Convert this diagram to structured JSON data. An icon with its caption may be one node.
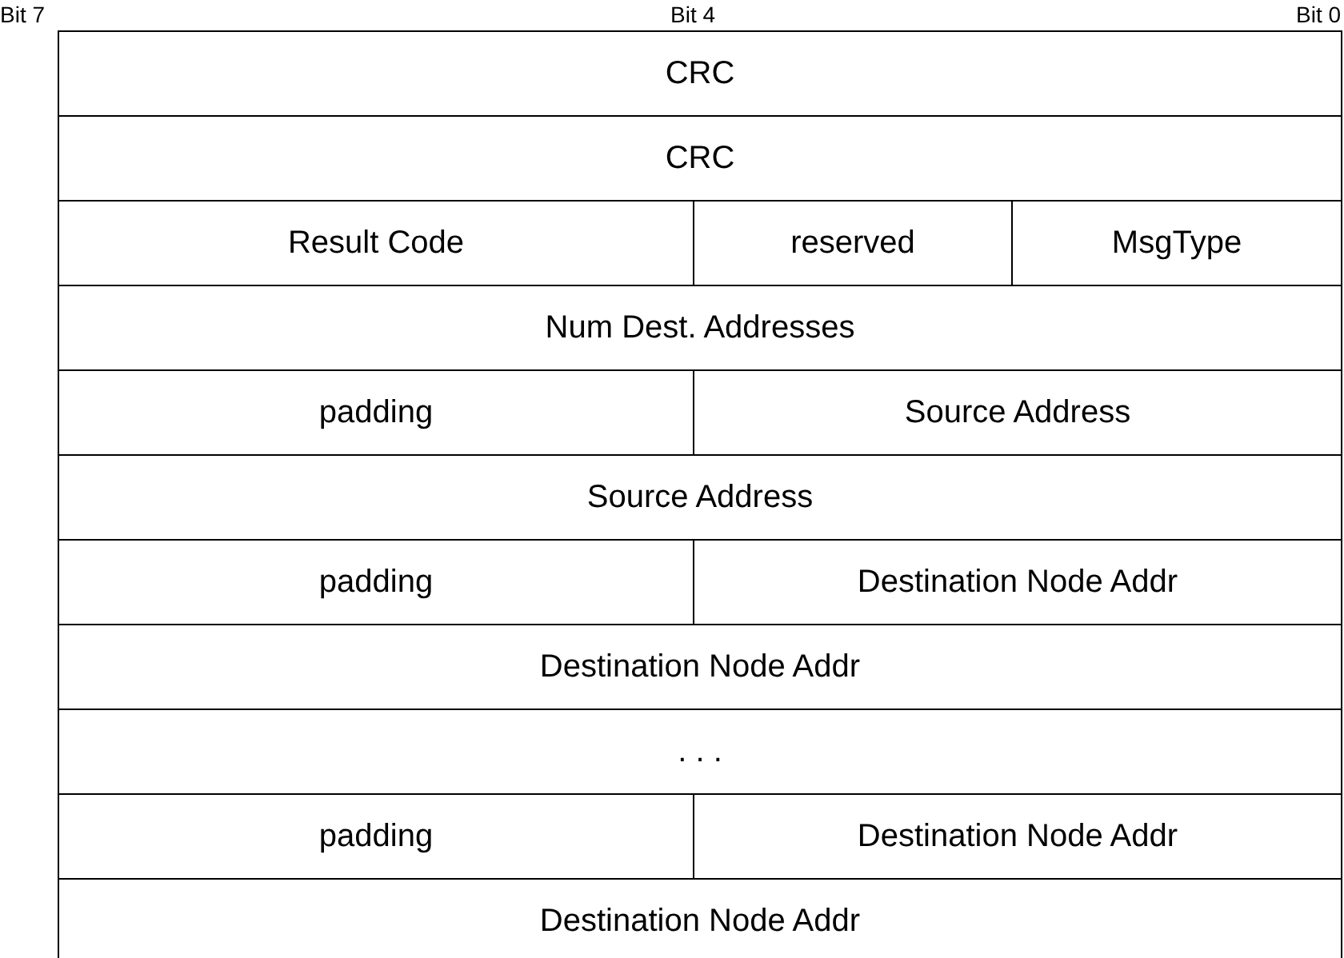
{
  "diagram": {
    "labels": [
      "Bit 7",
      "Bit 4",
      "Bit 0",
      "CRC",
      "CRC",
      "Result Code",
      "reserved",
      "MsgType",
      "Num Dest. Addresses",
      "padding",
      "Source Address",
      "Source Address",
      "padding",
      "Destination Node Addr",
      "Destination Node Addr",
      ". . .",
      "padding",
      "Destination Node Addr",
      "Destination Node Addr"
    ]
  }
}
